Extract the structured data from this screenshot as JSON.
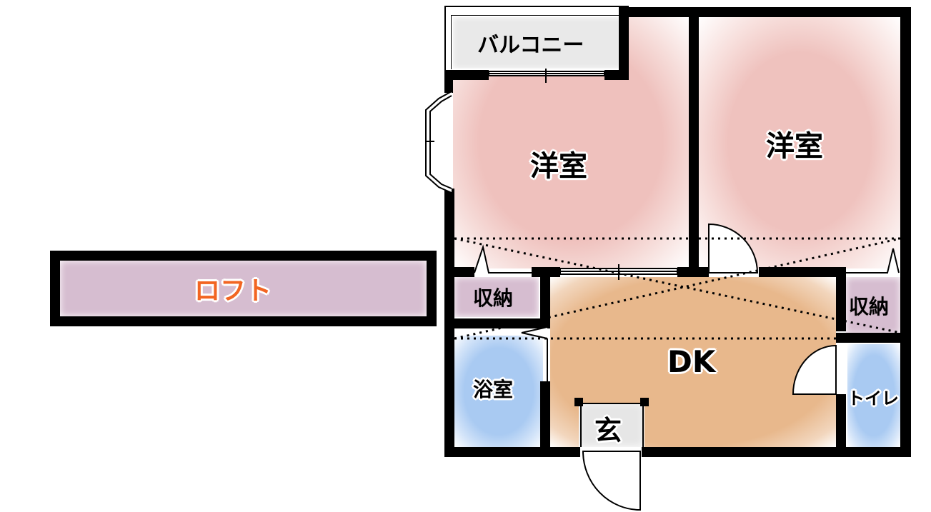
{
  "floor_plan": {
    "type": "apartment layout",
    "rooms": {
      "balcony": {
        "label": "バルコニー"
      },
      "western_room_1": {
        "label": "洋室"
      },
      "western_room_2": {
        "label": "洋室"
      },
      "storage_left": {
        "label": "収納"
      },
      "storage_right": {
        "label": "収納"
      },
      "dining_kitchen": {
        "label": "DK"
      },
      "bathroom": {
        "label": "浴室"
      },
      "toilet": {
        "label": "トイレ"
      },
      "entrance": {
        "label": "玄"
      },
      "loft": {
        "label": "ロフト"
      }
    },
    "colors": {
      "wall": "#000000",
      "western_room": "#efc1bd",
      "dining_kitchen": "#e8b88c",
      "wet_area": "#a9caf2",
      "storage": "#d6bdd0",
      "balcony": "#e9e9e9",
      "loft_label": "#f26522"
    }
  }
}
